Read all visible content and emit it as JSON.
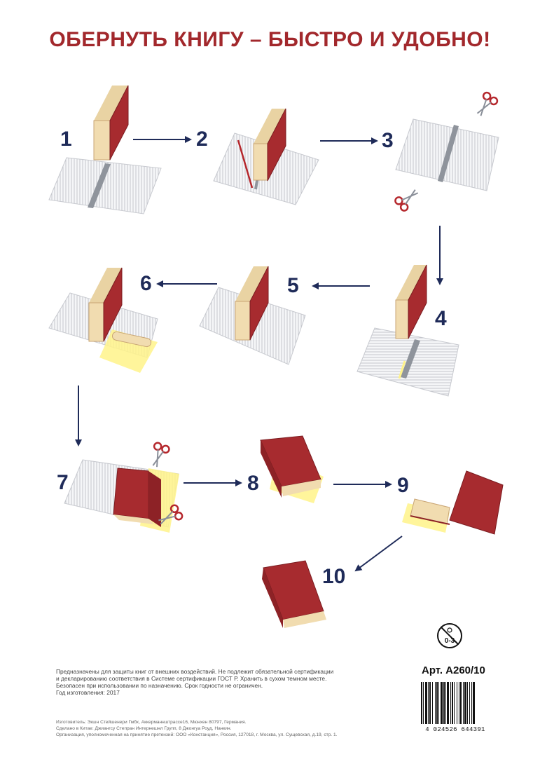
{
  "title": "ОБЕРНУТЬ КНИГУ – БЫСТРО И УДОБНО!",
  "steps": [
    "1",
    "2",
    "3",
    "4",
    "5",
    "6",
    "7",
    "8",
    "9",
    "10"
  ],
  "info_lines": [
    "Предназначены для защиты книг от внешних воздействий. Не подлежит обязательной сертификации",
    "и декларированию соответствия в Системе сертификации ГОСТ Р. Хранить в сухом темном месте.",
    "Безопасен при использовании по назначению. Срок годности не ограничен.",
    "Год изготовления: 2017"
  ],
  "footer_lines": [
    "Изготовитель: Экшн Стейшенери Гмбх, Аккерманнштрассе16, Мюнхен 80797, Германия.",
    "Сделано в Китае: Джиангсу Степран Интернешнл Групп, 8 Джонгуа Роуд, Нанкин.",
    "Организация, уполномоченная на принятие претензий: ООО «Констанция», Россия, 127018, г. Москва, ул. Сущевская, д.19, стр. 1."
  ],
  "article": "Арт. А260/10",
  "age_label": "0-3",
  "barcode_digits": "4 024526 644391",
  "colors": {
    "title": "#a2282c",
    "step_number": "#1f2b59",
    "arrow": "#1f2b59",
    "book_cover": "#a72b2f",
    "book_pages": "#f1dcb0",
    "film_lines": "#b9bbc2",
    "adhesive_strip": "#fff38a"
  },
  "icons": [
    "scissors-icon",
    "book-icon",
    "age-restriction-icon",
    "barcode"
  ]
}
